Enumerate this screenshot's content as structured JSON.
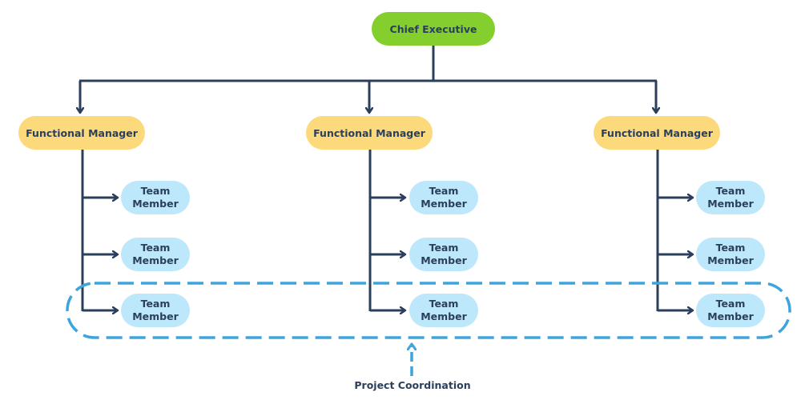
{
  "colors": {
    "connector": "#2b3f5c",
    "executive": "#84cf2e",
    "manager": "#fcd97b",
    "member": "#bde7fb",
    "coordination": "#3ea4dc"
  },
  "executive": {
    "label": "Chief Executive"
  },
  "managers": [
    {
      "label": "Functional Manager"
    },
    {
      "label": "Functional Manager"
    },
    {
      "label": "Functional Manager"
    }
  ],
  "teams": [
    {
      "members": [
        {
          "label": "Team\nMember"
        },
        {
          "label": "Team\nMember"
        },
        {
          "label": "Team\nMember"
        }
      ]
    },
    {
      "members": [
        {
          "label": "Team\nMember"
        },
        {
          "label": "Team\nMember"
        },
        {
          "label": "Team\nMember"
        }
      ]
    },
    {
      "members": [
        {
          "label": "Team\nMember"
        },
        {
          "label": "Team\nMember"
        },
        {
          "label": "Team\nMember"
        }
      ]
    }
  ],
  "coordination": {
    "label": "Project Coordination"
  }
}
